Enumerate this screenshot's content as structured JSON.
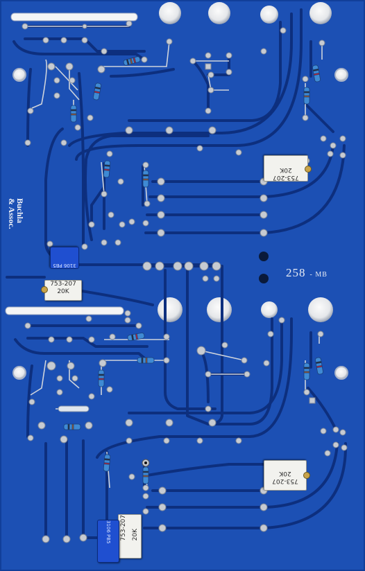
{
  "board": {
    "code": "258",
    "code_suffix": "- MB",
    "brand_line1": "Buchla",
    "brand_line2": "& Assoc."
  },
  "colors": {
    "soldermask": "#1c50b4",
    "copper_trace": "#0d2f7e",
    "pad": "#c7cbd2",
    "hole": "#0a1a3a",
    "cutout": "#ffffff"
  },
  "trimmers": [
    {
      "label": "753-207",
      "value": "20K"
    },
    {
      "label": "753-207",
      "value": "20K"
    },
    {
      "label": "753-207",
      "value": "20K"
    },
    {
      "label": "753-207",
      "value": "20K"
    }
  ],
  "blue_pots": [
    {
      "label": "3106 PB5"
    },
    {
      "label": "3106 PB5"
    }
  ]
}
